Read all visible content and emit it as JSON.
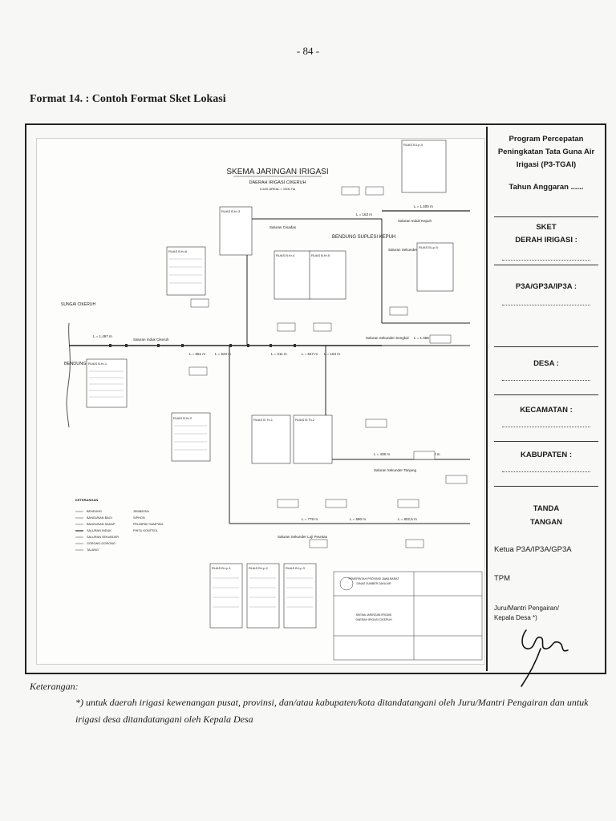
{
  "page_number": "- 84 -",
  "format_title": "Format 14. :  Contoh Format Sket Lokasi",
  "map": {
    "title": "SKEMA JARINGAN IRIGASI",
    "subtitle": "DAERAH IRIGASI CIKERUH",
    "area": "LUAS AREAL = 1500 Ha",
    "river": "SUNGAI CIKERUH",
    "weir_main": "BENDUNG CIKERUH",
    "weir_supplement": "BENDUNG SUPLESI KEPUH",
    "canal_main": "Saluran Induk Cikeruh",
    "canal_kepuh": "Saluran Induk Kepuh",
    "canal_cisadas": "Saluran Cisadas",
    "canal_kasanda": "Saluran Sekunder Kasanda",
    "canal_sengkol": "Saluran Sekunder Sengkol",
    "canal_tanjung": "Saluran Sekunder Tanjung",
    "canal_lojipeuntas": "Saluran Sekunder Loji Peuntas",
    "legend_title": "KETERANGAN",
    "legend_items": [
      "BENDUNG",
      "BANGUNAN BAGI",
      "BANGUNAN SADAP",
      "SALURAN INDUK",
      "SALURAN SEKUNDER",
      "GORONG-GORONG",
      "TALANG",
      "JEMBATAN",
      "SIPHON",
      "PELIMPAH SAMPING",
      "PINTU KONTROL"
    ],
    "lengths": [
      "L = 1.497 m",
      "L = 551 m",
      "L = 623 m",
      "L = 211 m",
      "L = 647 m",
      "L = 164 m",
      "L = 1.068 m",
      "L = 163 m",
      "L = 1.400 m",
      "L = 438 m",
      "L = 1508 m",
      "L = 778 m",
      "L = 590 m",
      "L = 802,5 m"
    ],
    "ruas_labels": [
      "RUAS B.Kr.1",
      "RUAS B.Kr.2",
      "RUAS B.Kr.3",
      "RUAS B.Kr.4",
      "RUAS B.Kr.5",
      "RUAS B.Kr.6",
      "RUAS B.Tn.1",
      "RUAS B.Tn.2",
      "RUAS B.Lp.1",
      "RUAS B.Lp.2",
      "RUAS B.Lp.3",
      "RUAS B.Lp.4",
      "RUAS B.Lp.5"
    ],
    "title_block_lines": [
      "PEMERINTAH PROVINSI JAWA BARAT",
      "DINAS SUMBER DAYA AIR",
      "SKEMA JARINGAN IRIGASI",
      "DAERAH IRIGASI CIKERUH"
    ]
  },
  "side_panel": {
    "program": "Program Percepatan Peningkatan Tata Guna Air Irigasi (P3-TGAI)",
    "tahun": "Tahun Anggaran ......",
    "sket": "SKET",
    "derah": "DERAH IRIGASI :",
    "p3a": "P3A/GP3A/IP3A :",
    "desa": "DESA :",
    "kecamatan": "KECAMATAN :",
    "kabupaten": "KABUPATEN :",
    "tanda": "TANDA",
    "tangan": "TANGAN",
    "ketua": "Ketua P3A/IP3A/GP3A",
    "tpm": "TPM",
    "juru_line1": "Juru/Mantri Pengairan/",
    "juru_line2": "Kepala Desa *)"
  },
  "note_label": "Keterangan:",
  "note_text": "*) untuk daerah irigasi kewenangan pusat, provinsi, dan/atau kabupaten/kota ditandatangani oleh Juru/Mantri Pengairan dan untuk irigasi desa ditandatangani oleh Kepala Desa"
}
